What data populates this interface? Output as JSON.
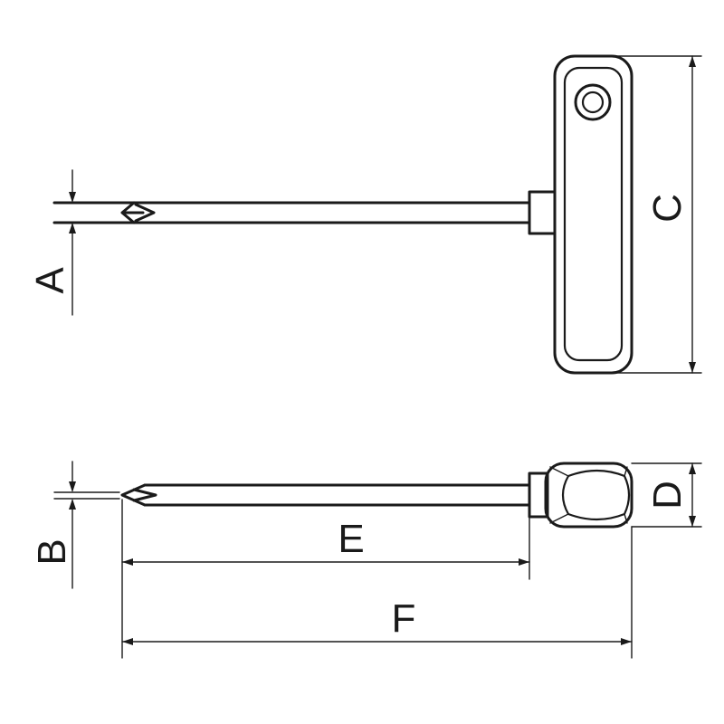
{
  "labels": {
    "a": "A",
    "b": "B",
    "c": "C",
    "d": "D",
    "e": "E",
    "f": "F"
  },
  "colors": {
    "line": "#1a1a1a",
    "background": "#ffffff"
  }
}
